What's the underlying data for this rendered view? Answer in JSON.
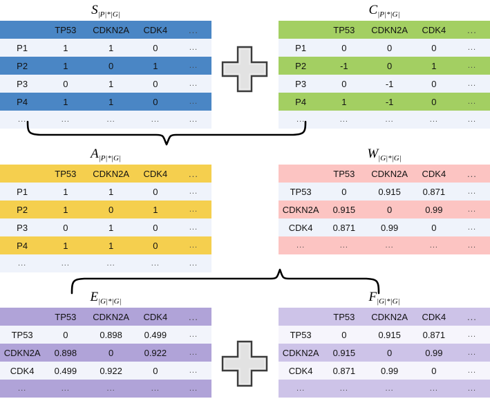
{
  "diagram": {
    "title_note": "Matrix fusion schematic",
    "columns": [
      "TP53",
      "CDKN2A",
      "CDK4",
      "..."
    ],
    "operators": [
      {
        "name": "plus-top",
        "symbol": "+"
      },
      {
        "name": "plus-bottom",
        "symbol": "+"
      }
    ],
    "matrices": [
      {
        "id": "S",
        "symbol": "S",
        "subscript": "|P|*|G|",
        "theme": "th-blue",
        "corner": "",
        "headers": [
          "",
          "TP53",
          "CDKN2A",
          "CDK4",
          "..."
        ],
        "rows": [
          {
            "label": "P1",
            "cells": [
              "1",
              "1",
              "0",
              "..."
            ]
          },
          {
            "label": "P2",
            "cells": [
              "1",
              "0",
              "1",
              "..."
            ]
          },
          {
            "label": "P3",
            "cells": [
              "0",
              "1",
              "0",
              "..."
            ]
          },
          {
            "label": "P4",
            "cells": [
              "1",
              "1",
              "0",
              "..."
            ]
          },
          {
            "label": "...",
            "cells": [
              "...",
              "...",
              "...",
              "..."
            ]
          }
        ]
      },
      {
        "id": "C",
        "symbol": "C",
        "subscript": "|P|*|G|",
        "theme": "th-green",
        "corner": "",
        "headers": [
          "",
          "TP53",
          "CDKN2A",
          "CDK4",
          "..."
        ],
        "rows": [
          {
            "label": "P1",
            "cells": [
              "0",
              "0",
              "0",
              "..."
            ]
          },
          {
            "label": "P2",
            "cells": [
              "-1",
              "0",
              "1",
              "..."
            ]
          },
          {
            "label": "P3",
            "cells": [
              "0",
              "-1",
              "0",
              "..."
            ]
          },
          {
            "label": "P4",
            "cells": [
              "1",
              "-1",
              "0",
              "..."
            ]
          },
          {
            "label": "...",
            "cells": [
              "...",
              "...",
              "...",
              "..."
            ]
          }
        ]
      },
      {
        "id": "A",
        "symbol": "A",
        "subscript": "|P|*|G|",
        "theme": "th-yellow",
        "corner": "",
        "headers": [
          "",
          "TP53",
          "CDKN2A",
          "CDK4",
          "..."
        ],
        "rows": [
          {
            "label": "P1",
            "cells": [
              "1",
              "1",
              "0",
              "..."
            ]
          },
          {
            "label": "P2",
            "cells": [
              "1",
              "0",
              "1",
              "..."
            ]
          },
          {
            "label": "P3",
            "cells": [
              "0",
              "1",
              "0",
              "..."
            ]
          },
          {
            "label": "P4",
            "cells": [
              "1",
              "1",
              "0",
              "..."
            ]
          },
          {
            "label": "...",
            "cells": [
              "...",
              "...",
              "...",
              "..."
            ]
          }
        ]
      },
      {
        "id": "W",
        "symbol": "W",
        "subscript": "|G|*|G|",
        "theme": "th-pink",
        "corner": "",
        "headers": [
          "",
          "TP53",
          "CDKN2A",
          "CDK4",
          "..."
        ],
        "rows": [
          {
            "label": "TP53",
            "cells": [
              "0",
              "0.915",
              "0.871",
              "..."
            ]
          },
          {
            "label": "CDKN2A",
            "cells": [
              "0.915",
              "0",
              "0.99",
              "..."
            ]
          },
          {
            "label": "CDK4",
            "cells": [
              "0.871",
              "0.99",
              "0",
              "..."
            ]
          },
          {
            "label": "...",
            "cells": [
              "...",
              "...",
              "...",
              "..."
            ]
          }
        ]
      },
      {
        "id": "E",
        "symbol": "E",
        "subscript": "|G|*|G|",
        "theme": "th-purple",
        "corner": "",
        "headers": [
          "",
          "TP53",
          "CDKN2A",
          "CDK4",
          "..."
        ],
        "rows": [
          {
            "label": "TP53",
            "cells": [
              "0",
              "0.898",
              "0.499",
              "..."
            ]
          },
          {
            "label": "CDKN2A",
            "cells": [
              "0.898",
              "0",
              "0.922",
              "..."
            ]
          },
          {
            "label": "CDK4",
            "cells": [
              "0.499",
              "0.922",
              "0",
              "..."
            ]
          },
          {
            "label": "...",
            "cells": [
              "...",
              "...",
              "...",
              "..."
            ]
          }
        ]
      },
      {
        "id": "F",
        "symbol": "F",
        "subscript": "|G|*|G|",
        "theme": "th-lilac",
        "corner": "",
        "headers": [
          "",
          "TP53",
          "CDKN2A",
          "CDK4",
          "..."
        ],
        "rows": [
          {
            "label": "TP53",
            "cells": [
              "0",
              "0.915",
              "0.871",
              "..."
            ]
          },
          {
            "label": "CDKN2A",
            "cells": [
              "0.915",
              "0",
              "0.99",
              "..."
            ]
          },
          {
            "label": "CDK4",
            "cells": [
              "0.871",
              "0.99",
              "0",
              "..."
            ]
          },
          {
            "label": "...",
            "cells": [
              "...",
              "...",
              "...",
              "..."
            ]
          }
        ]
      }
    ],
    "colors": {
      "blue": "#4a86c5",
      "green": "#a3cf62",
      "yellow": "#f5cf4e",
      "pink": "#fcc4c2",
      "purple": "#b0a3d8",
      "lilac": "#cdc3e8",
      "alt_row": "#eff3fb",
      "plus_fill": "#e0e0e0",
      "plus_stroke": "#3a3a3a",
      "brace_stroke": "#000000"
    }
  }
}
